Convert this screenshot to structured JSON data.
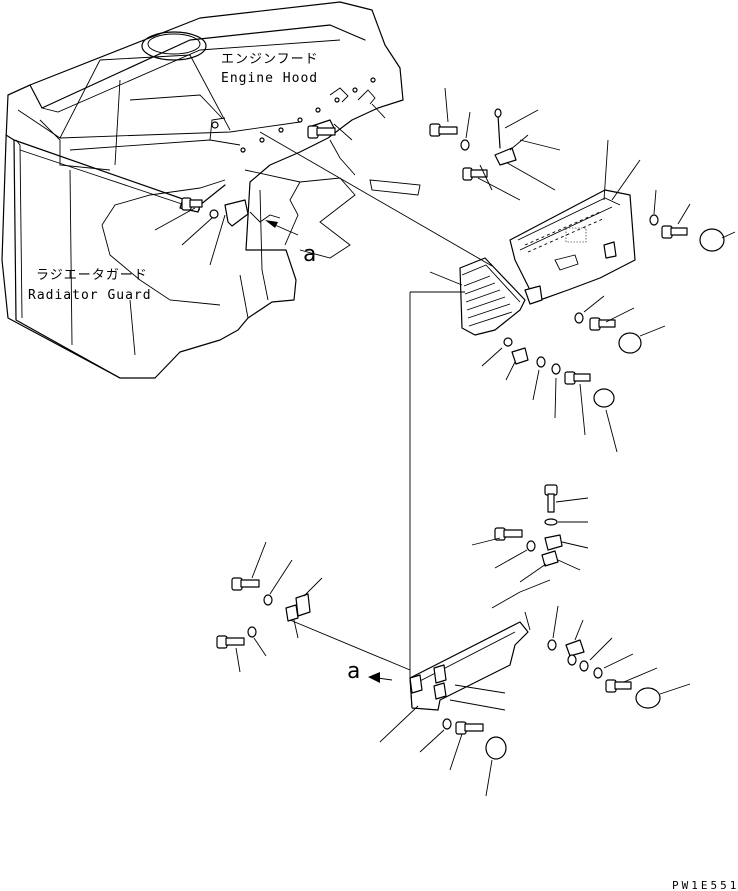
{
  "labels": {
    "engine_hood_jp": "エンジンフード",
    "engine_hood_en": "Engine Hood",
    "radiator_guard_jp": "ラジエータガード",
    "radiator_guard_en": "Radiator Guard",
    "view_a_top": "a",
    "view_a_bottom": "a"
  },
  "drawing_code": "PW1E551"
}
